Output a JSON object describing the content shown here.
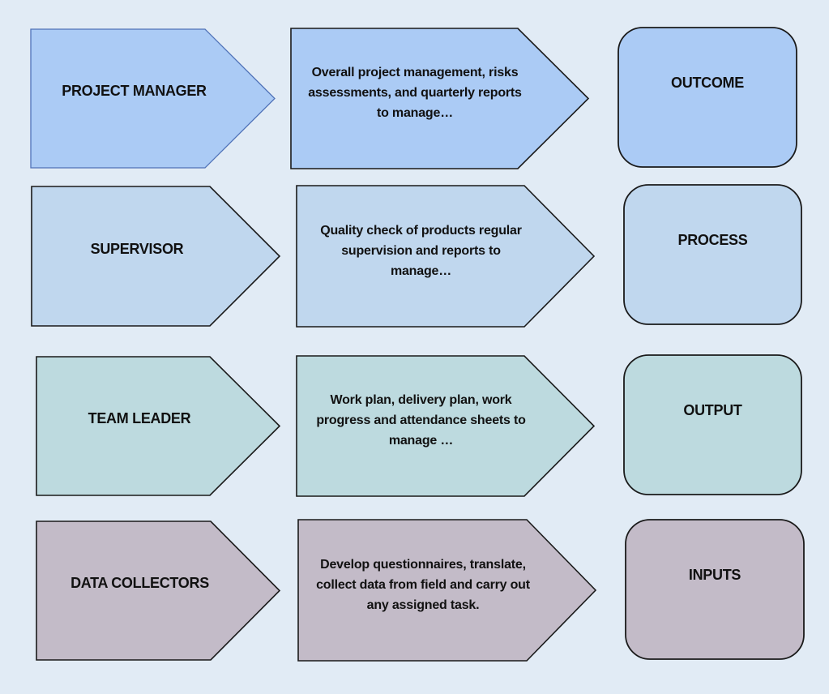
{
  "diagram": {
    "rows": [
      {
        "role": "PROJECT MANAGER",
        "description": "Overall project management, risks assessments, and quarterly reports to manage…",
        "level": "OUTCOME",
        "fill": "#ABCBF5",
        "role_stroke": "#4F72B8"
      },
      {
        "role": "SUPERVISOR",
        "description": "Quality check of products regular supervision and reports to manage…",
        "level": "PROCESS",
        "fill": "#C0D7EE",
        "role_stroke": "#1A1A1A"
      },
      {
        "role": "TEAM LEADER",
        "description": "Work plan, delivery plan, work progress and attendance sheets to manage …",
        "level": "OUTPUT",
        "fill": "#BDDADF",
        "role_stroke": "#1A1A1A"
      },
      {
        "role": "DATA COLLECTORS",
        "description": "Develop questionnaires, translate, collect data from field and carry out any assigned task.",
        "level": "INPUTS",
        "fill": "#C3BBC8",
        "role_stroke": "#1A1A1A"
      }
    ],
    "background": "#E1EBF5",
    "stroke": "#1A1A1A"
  }
}
